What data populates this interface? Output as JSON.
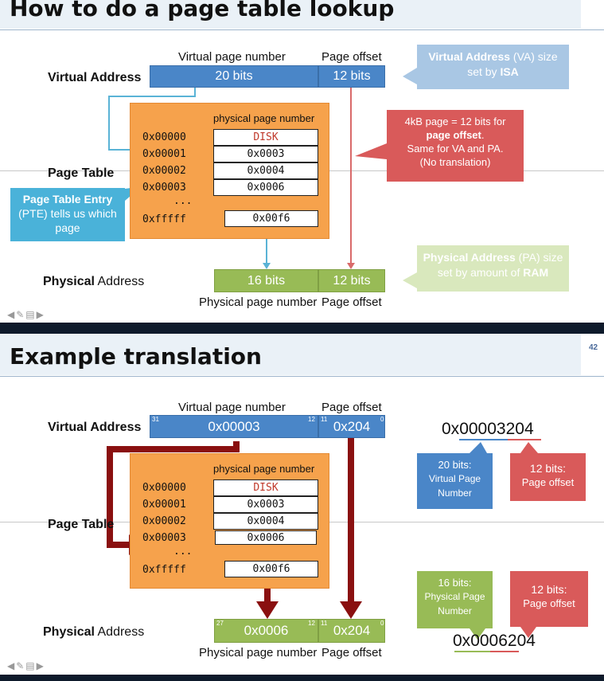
{
  "slide1": {
    "title": "How to do a page table lookup",
    "virtual_address_label": "Virtual Address",
    "vpn_header": "Virtual page number",
    "offset_header": "Page offset",
    "va_vpn_bits": "20 bits",
    "va_offset_bits": "12 bits",
    "isa_callout": {
      "part1": "Virtual Address",
      "part2": " (VA) size set by ",
      "part3": "ISA"
    },
    "page_table_label": "Page Table",
    "ppn_header": "physical page number",
    "rows": [
      {
        "index": "0x00000",
        "value": "DISK"
      },
      {
        "index": "0x00001",
        "value": "0x0003"
      },
      {
        "index": "0x00002",
        "value": "0x0004"
      },
      {
        "index": "0x00003",
        "value": "0x0006"
      }
    ],
    "ellipsis": "...",
    "last_row": {
      "index": "0xfffff",
      "value": "0x00f6"
    },
    "pte_callout": {
      "line1": "Page Table Entry",
      "line2": "(PTE) tells us which page"
    },
    "offset_callout": {
      "line1": "4kB page = 12 bits for",
      "line2": "page offset",
      "line3": ".",
      "line4": "Same for VA and PA.",
      "line5": "(No translation)"
    },
    "physical_address_label_bold": "Physical",
    "physical_address_label_rest": " Address",
    "pa_ppn_bits": "16 bits",
    "pa_offset_bits": "12 bits",
    "ppn_footer": "Physical page number",
    "offset_footer": "Page offset",
    "ram_callout": {
      "part1": "Physical Address",
      "part2": " (PA) size set by amount of ",
      "part3": "RAM"
    }
  },
  "slide2": {
    "title": "Example translation",
    "slide_number": "42",
    "virtual_address_label": "Virtual Address",
    "vpn_header": "Virtual page number",
    "offset_header": "Page offset",
    "va_vpn_value": "0x00003",
    "va_offset_value": "0x204",
    "bit_31": "31",
    "bit_12": "12",
    "bit_11": "11",
    "bit_0": "0",
    "page_table_label": "Page Table",
    "ppn_header": "physical page number",
    "rows": [
      {
        "index": "0x00000",
        "value": "DISK"
      },
      {
        "index": "0x00001",
        "value": "0x0003"
      },
      {
        "index": "0x00002",
        "value": "0x0004"
      },
      {
        "index": "0x00003",
        "value": "0x0006"
      }
    ],
    "ellipsis": "...",
    "last_row": {
      "index": "0xfffff",
      "value": "0x00f6"
    },
    "va_full_prefix": "0x",
    "va_full_vpn": "00003",
    "va_full_offset": "204",
    "callout_vpn": {
      "line1": "20 bits:",
      "line2": "Virtual Page Number"
    },
    "callout_offset_va": {
      "line1": "12 bits:",
      "line2": "Page offset"
    },
    "callout_ppn": {
      "line1": "16 bits:",
      "line2": "Physical Page Number"
    },
    "callout_offset_pa": {
      "line1": "12 bits:",
      "line2": "Page offset"
    },
    "pa_full_prefix": "0x",
    "pa_full_ppn": "0006",
    "pa_full_offset": "204",
    "physical_address_label_bold": "Physical",
    "physical_address_label_rest": " Address",
    "pa_ppn_value": "0x0006",
    "pa_offset_value": "0x204",
    "bit_27": "27",
    "ppn_footer": "Physical page number",
    "offset_footer": "Page offset"
  }
}
